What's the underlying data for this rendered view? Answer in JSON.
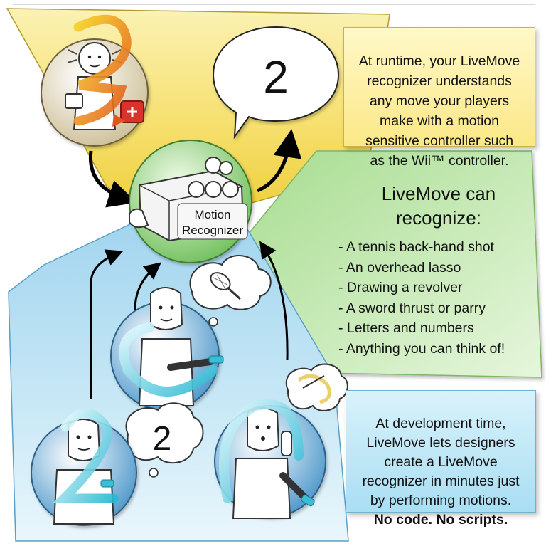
{
  "runtime_callout": {
    "text": "At runtime, your LiveMove\nrecognizer understands\nany move your players\nmake with a motion\nsensitive controller such\nas the Wii™ controller."
  },
  "speech_bubble": {
    "digit": "2"
  },
  "recognizer": {
    "label_line1": "Motion",
    "label_line2": "Recognizer"
  },
  "capabilities": {
    "title": "LiveMove can\nrecognize:",
    "items": [
      "- A tennis back-hand shot",
      "- An overhead lasso",
      "- Drawing a revolver",
      "- A sword thrust or parry",
      "- Letters and numbers",
      "- Anything you can think of!"
    ]
  },
  "development_callout": {
    "text": "At development time,\nLiveMove lets designers\ncreate a LiveMove\nrecognizer in minutes just\nby performing motions.",
    "emphasis": "No code. No scripts."
  },
  "thought_bubble_digit": "2",
  "colors": {
    "runtime_panel": "#f6e275",
    "capabilities_panel": "#b7e3a4",
    "development_panel": "#bfe4f5",
    "recognizer_circle": "#8fd080",
    "motion_arc_warm": "#f08a1c",
    "motion_arc_cool": "#3fc0d6"
  }
}
